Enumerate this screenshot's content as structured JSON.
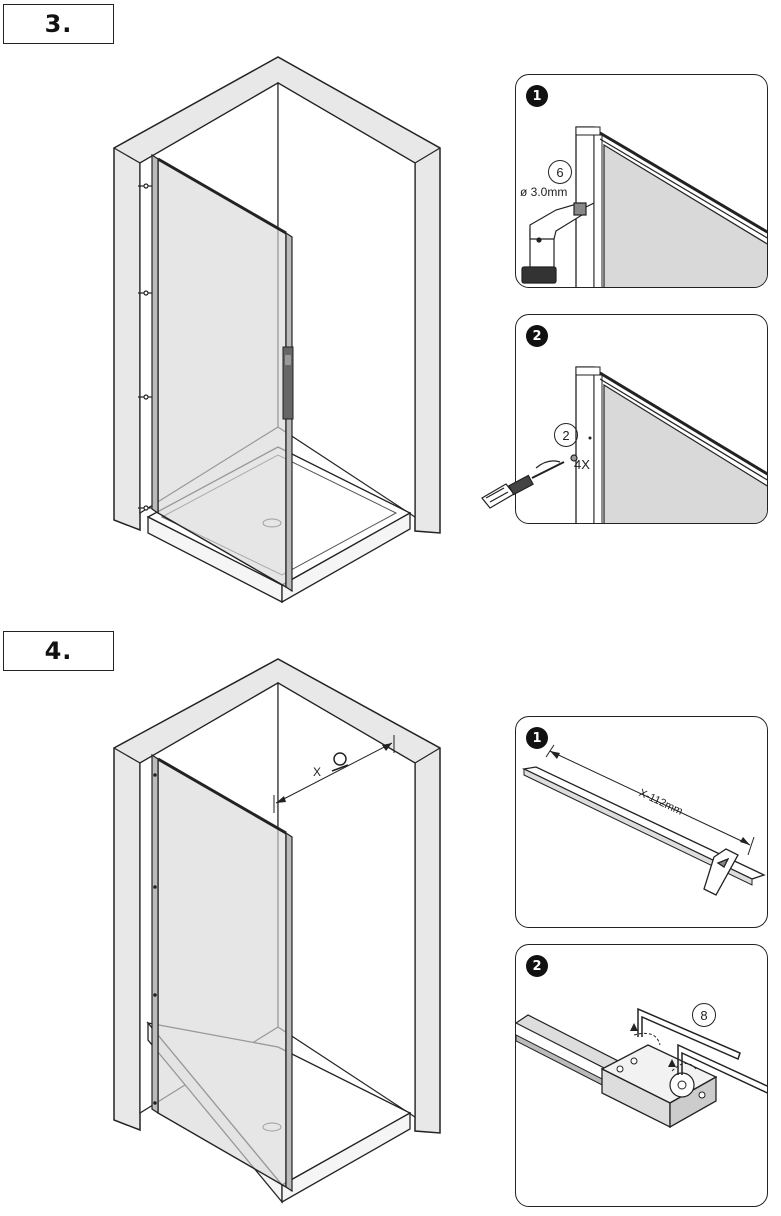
{
  "step3": {
    "number": "3.",
    "detail1": {
      "badge": "1",
      "qty": "6",
      "drill": "ø 3.0mm"
    },
    "detail2": {
      "badge": "2",
      "qty": "2",
      "count": "4X"
    }
  },
  "step4": {
    "number": "4.",
    "measure_label": "X",
    "detail1": {
      "badge": "1",
      "cut": "X-112mm"
    },
    "detail2": {
      "badge": "2",
      "qty": "8"
    }
  }
}
